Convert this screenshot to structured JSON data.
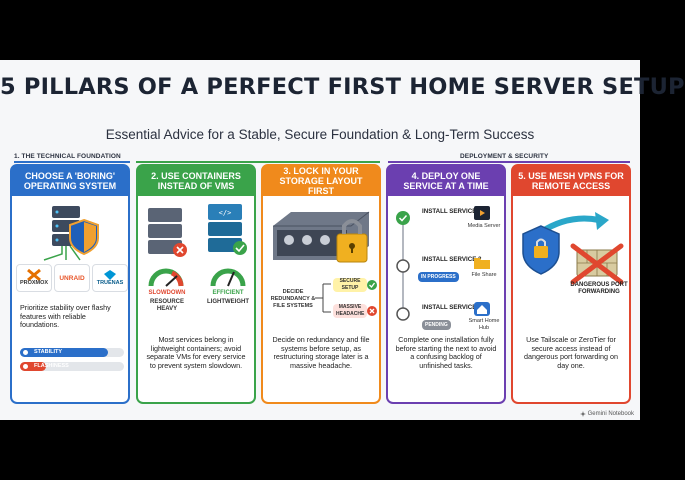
{
  "header": {
    "title": "5 PILLARS OF A PERFECT FIRST HOME SERVER SETUP",
    "subtitle": "Essential Advice for a Stable, Secure Foundation & Long-Term Success"
  },
  "groups": {
    "technical": "1. THE TECHNICAL FOUNDATION",
    "deployment": "DEPLOYMENT & SECURITY"
  },
  "colors": {
    "blue": "#2b6fc9",
    "green": "#3aa34a",
    "orange": "#f08a1c",
    "purple": "#6b3fb0",
    "red": "#e0472f"
  },
  "pillars": [
    {
      "header": "CHOOSE A 'BORING' OPERATING SYSTEM",
      "logos": [
        "PROXMOX",
        "UNRAID",
        "TRUENAS"
      ],
      "description": "Prioritize stability over flashy features with reliable foundations.",
      "bars": [
        {
          "label": "STABILITY",
          "level": 0.85
        },
        {
          "label": "FLASHINESS",
          "level": 0.25
        }
      ]
    },
    {
      "header": "2. USE CONTAINERS INSTEAD OF VMS",
      "left_label": "SLOWDOWN",
      "left_sub": "RESOURCE HEAVY",
      "right_label": "EFFICIENT",
      "right_sub": "LIGHTWEIGHT",
      "description": "Most services belong in lightweight containers; avoid separate VMs for every service to prevent system slowdown."
    },
    {
      "header": "3. LOCK IN YOUR STORAGE LAYOUT FIRST",
      "decide_label": "DECIDE REDUNDANCY & FILE SYSTEMS",
      "good_label": "SECURE SETUP",
      "bad_label": "MASSIVE HEADACHE",
      "description": "Decide on redundancy and file systems before setup, as restructuring storage later is a massive headache."
    },
    {
      "header": "4. DEPLOY ONE SERVICE AT A TIME",
      "steps": [
        {
          "label": "INSTALL SERVICE 1",
          "status": "",
          "icon_label": "Media Server",
          "icon": "media-server-icon"
        },
        {
          "label": "INSTALL SERVICE 2",
          "status": "IN PROGRESS",
          "icon_label": "File Share",
          "icon": "folder-icon"
        },
        {
          "label": "INSTALL SERVICE 3",
          "status": "PENDING",
          "icon_label": "Smart Home Hub",
          "icon": "home-icon"
        }
      ],
      "description": "Complete one installation fully before starting the next to avoid a confusing backlog of unfinished tasks."
    },
    {
      "header": "5. USE MESH VPNS FOR REMOTE ACCESS",
      "danger_label": "DANGEROUS PORT FORWARDING",
      "description": "Use Tailscale or ZeroTier for secure access instead of dangerous port forwarding on day one."
    }
  ],
  "watermark": "Gemini Notebook"
}
